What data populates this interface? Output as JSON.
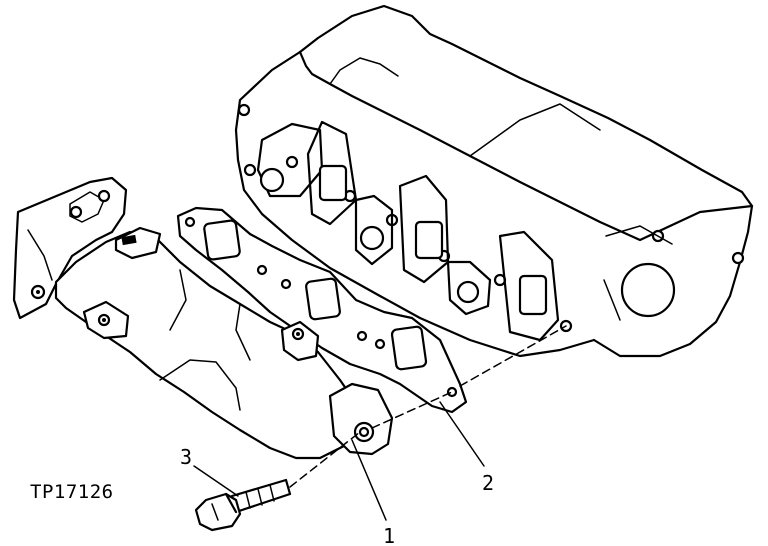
{
  "figure_code": "TP17126",
  "callouts": [
    {
      "id": "1",
      "text": "1"
    },
    {
      "id": "2",
      "text": "2"
    },
    {
      "id": "3",
      "text": "3"
    }
  ]
}
